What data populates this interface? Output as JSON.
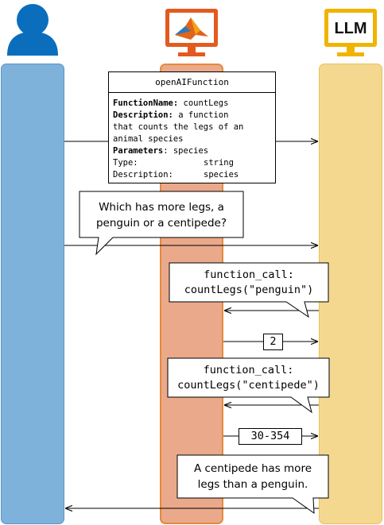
{
  "actors": {
    "user": "",
    "matlab": "",
    "llm": "LLM"
  },
  "function_box": {
    "title": "openAIFunction",
    "name_key": "FunctionName:",
    "name_value": "countLegs",
    "desc_key": "Description:",
    "desc_value_1": "a function",
    "desc_value_2": "that counts the legs of an",
    "desc_value_3": "animal species",
    "params_key": "Parameters",
    "params_value": ": species",
    "type_key": "Type:",
    "type_value": "string",
    "pdesc_key": "Description:",
    "pdesc_value": "species"
  },
  "messages": {
    "question_1": "Which has more legs, a",
    "question_2": "penguin or a centipede?",
    "call1_line1": "function_call:",
    "call1_line2": "countLegs(\"penguin\")",
    "result1": "2",
    "call2_line1": "function_call:",
    "call2_line2": "countLegs(\"centipede\")",
    "result2": "30-354",
    "answer_1": "A centipede has more",
    "answer_2": "legs than a penguin."
  },
  "colors": {
    "user_lane": "#7eb2db",
    "matlab_lane": "#eaa98a",
    "matlab_border": "#e58a3a",
    "llm_lane": "#f5d88f",
    "user_icon": "#0a6ebd",
    "monitor_frame_matlab": "#e35a1f",
    "monitor_frame_llm": "#f0b400"
  }
}
